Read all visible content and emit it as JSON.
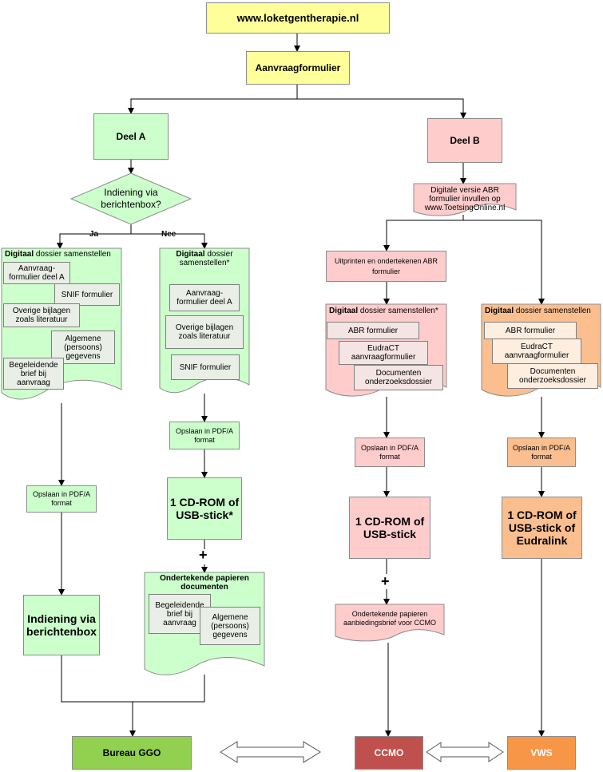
{
  "top": {
    "site": "www.loketgentherapie.nl",
    "form": "Aanvraagformulier"
  },
  "partA": {
    "title": "Deel A",
    "decision": "Indiening via berichtenbox?",
    "yes": "Ja",
    "no": "Nee",
    "digital_yes": {
      "title_bold": "Digitaal",
      "title_rest": " dossier samenstellen",
      "cards": [
        "Aanvraag-formulier deel A",
        "SNIF formulier",
        "Overige bijlagen zoals literatuur",
        "Algemene (persoons) gegevens",
        "Begeleidende brief bij aanvraag"
      ]
    },
    "digital_no": {
      "title_bold": "Digitaal",
      "title_rest": " dossier samenstellen*",
      "cards": [
        "Aanvraag-formulier deel A",
        "Overige bijlagen zoals literatuur",
        "SNIF formulier"
      ]
    },
    "pdf_yes": "Opslaan in PDF/A format",
    "pdf_no": "Opslaan in PDF/A format",
    "berichtenbox": "Indiening via berichtenbox",
    "cdrom": "1 CD-ROM of USB-stick*",
    "plus": "+",
    "paper": {
      "title": "Ondertekende papieren documenten",
      "cards": [
        "Begeleidende brief bij aanvraag",
        "Algemene (persoons) gegevens"
      ]
    }
  },
  "partB": {
    "title": "Deel B",
    "abr_digital": "Digitale versie ABR formulier invullen op www.ToetsingOnline.nl",
    "print": "Uitprinten en ondertekenen ABR formulier",
    "digital_ccmo": {
      "title_bold": "Digitaal",
      "title_rest": " dossier samenstellen*",
      "cards": [
        "ABR formulier",
        "EudraCT aanvraagformulier",
        "Documenten onderzoeksdossier"
      ]
    },
    "digital_vws": {
      "title_bold": "Digitaal",
      "title_rest": " dossier samenstellen",
      "cards": [
        "ABR formulier",
        "EudraCT aanvraagformulier",
        "Documenten onderzoeksdossier"
      ]
    },
    "pdf_ccmo": "Opslaan in PDF/A format",
    "pdf_vws": "Opslaan in PDF/A format",
    "cd_ccmo": "1 CD-ROM of USB-stick",
    "cd_vws": "1 CD-ROM of USB-stick of Eudralink",
    "plus": "+",
    "paper": "Ondertekende papieren aanbiedingsbrief voor CCMO"
  },
  "targets": {
    "ggo": "Bureau GGO",
    "ccmo": "CCMO",
    "vws": "VWS"
  },
  "colors": {
    "yellow": "#ffff99",
    "green": "#ccffcc",
    "pink": "#ffcccc",
    "orange": "#fbbf8f",
    "ggo": "#92d050",
    "ccmo": "#c0504d",
    "vws": "#f79646"
  }
}
